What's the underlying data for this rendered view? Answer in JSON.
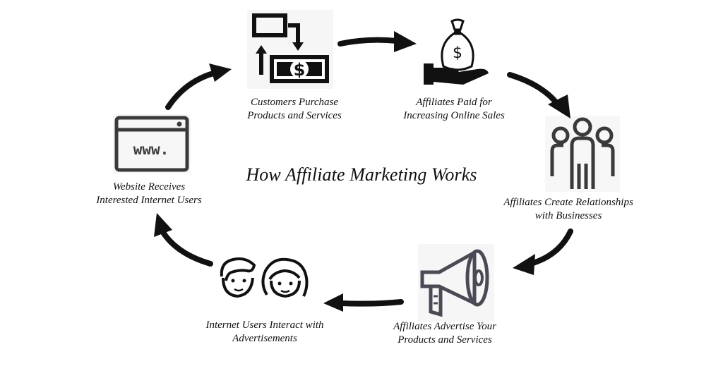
{
  "title": "How Affiliate Marketing Works",
  "steps": [
    {
      "icon": "purchase-dollar-icon",
      "line1": "Customers Purchase",
      "line2": "Products and Services"
    },
    {
      "icon": "money-bag-hand-icon",
      "line1": "Affiliates Paid for",
      "line2": "Increasing Online Sales"
    },
    {
      "icon": "people-group-icon",
      "line1": "Affiliates Create Relationships",
      "line2": "with Businesses"
    },
    {
      "icon": "megaphone-icon",
      "line1": "Affiliates Advertise Your",
      "line2": "Products and Services"
    },
    {
      "icon": "faces-icon",
      "line1": "Internet Users Interact with",
      "line2": "Advertisements"
    },
    {
      "icon": "website-browser-icon",
      "line1": "Website Receives",
      "line2": "Interested Internet Users"
    }
  ],
  "browser_text": "www.",
  "dollar_symbol": "$",
  "colors": {
    "ink": "#111111",
    "megaphone": "#4a4a55",
    "people": "#3a3a3a"
  }
}
